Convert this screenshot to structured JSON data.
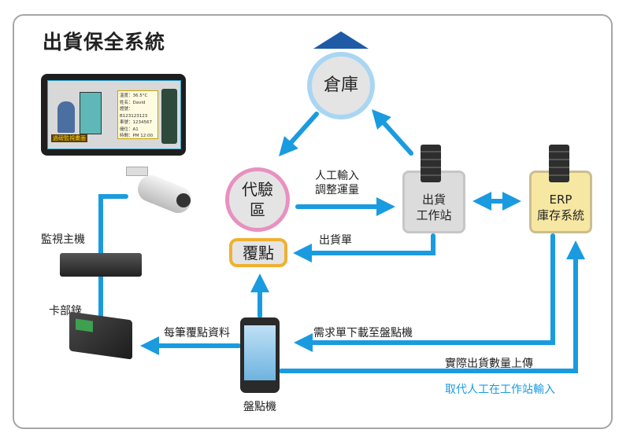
{
  "title": "出貨保全系統",
  "colors": {
    "arrow": "#1a9be0",
    "warehouse_ring": "#a9d6f2",
    "inspection_ring": "#e891c0",
    "recount_border": "#f0b030",
    "erp_fill": "#f6e8a2",
    "station_fill": "#dcdcdc"
  },
  "monitor": {
    "lines": [
      "溫度：36.5°C",
      "姓名：David",
      "證號：B123123123",
      "車號：1234567",
      "儲位：A1",
      "時間：PM 12:00"
    ],
    "caption": "過磅監視畫面"
  },
  "nodes": {
    "warehouse": "倉庫",
    "inspection": [
      "代驗",
      "區"
    ],
    "recount": "覆點",
    "station": [
      "出貨",
      "工作站"
    ],
    "erp": [
      "ERP",
      "庫存系統"
    ],
    "dvr": "監視主機",
    "card_reader": "卡部錄",
    "handheld": "盤點機"
  },
  "edges": {
    "manual_input": [
      "人工輸入",
      "調整運量"
    ],
    "shipping_order": "出貨單",
    "recount_data": "每筆覆點資料",
    "download": "需求單下載至盤點機",
    "upload": "實際出貨數量上傳",
    "replace": "取代人工在工作站輸入"
  }
}
